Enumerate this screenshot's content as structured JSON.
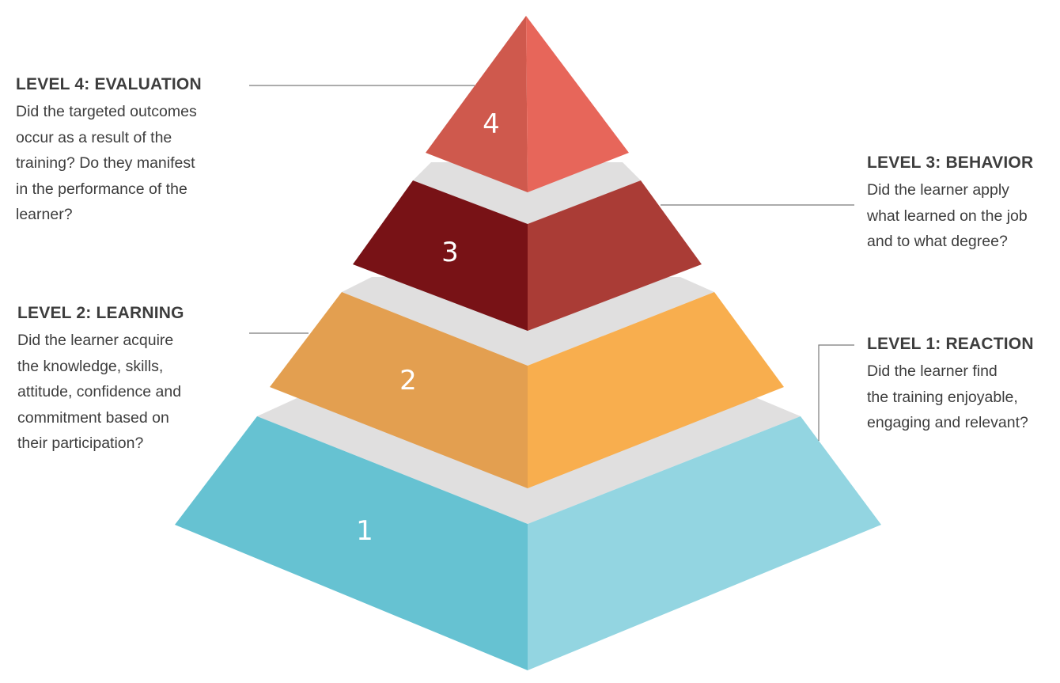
{
  "colors": {
    "gap": "#e0dfdf",
    "connector": "#7a7a7a",
    "level1_left": "#66c2d2",
    "level1_right": "#93d5e1",
    "level2_left": "#e39f50",
    "level2_right": "#f8ae4e",
    "level3_left": "#781216",
    "level3_right": "#aa3c36",
    "level4_left": "#cf594d",
    "level4_right": "#e7665a"
  },
  "levels": [
    {
      "number": "1",
      "title": "LEVEL 1: REACTION",
      "lines": [
        "Did the learner find",
        "the training enjoyable,",
        "engaging and relevant?"
      ]
    },
    {
      "number": "2",
      "title": "LEVEL 2: LEARNING",
      "lines": [
        "Did the learner acquire",
        "the knowledge, skills,",
        "attitude, confidence and",
        "commitment based on",
        "their participation?"
      ]
    },
    {
      "number": "3",
      "title": "LEVEL 3: BEHAVIOR",
      "lines": [
        "Did the learner apply",
        "what learned on the job",
        "and to what degree?"
      ]
    },
    {
      "number": "4",
      "title": "LEVEL 4: EVALUATION",
      "lines": [
        "Did the targeted outcomes",
        "occur as a result of the",
        "training? Do they manifest",
        "in the performance of the",
        "learner?"
      ]
    }
  ]
}
